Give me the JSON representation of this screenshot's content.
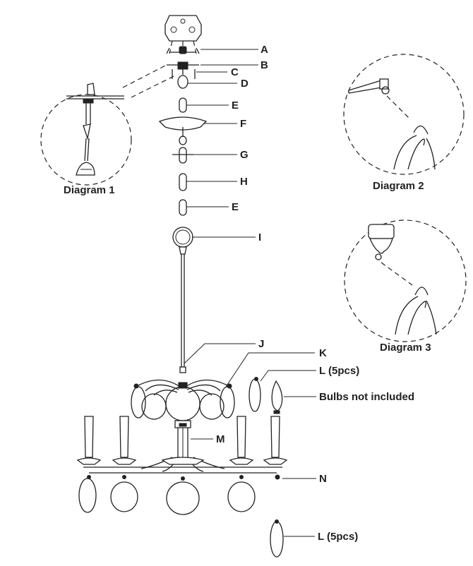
{
  "part_labels": {
    "a": "A",
    "b": "B",
    "c": "C",
    "d": "D",
    "e_top": "E",
    "f": "F",
    "g": "G",
    "h": "H",
    "e_bottom": "E",
    "i": "I",
    "j": "J",
    "k": "K",
    "l_top": "L (5pcs)",
    "bulbs": "Bulbs not included",
    "m": "M",
    "n": "N",
    "l_bottom": "L (5pcs)"
  },
  "diagram_captions": {
    "diagram1": "Diagram 1",
    "diagram2": "Diagram 2",
    "diagram3": "Diagram 3"
  }
}
